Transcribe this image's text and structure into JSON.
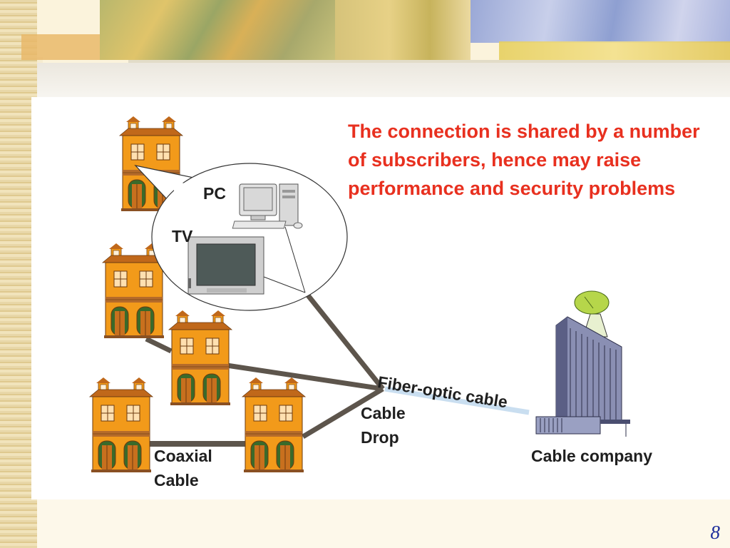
{
  "caption": "The connection is shared by a number of subscribers, hence may raise performance and security problems",
  "labels": {
    "pc": "PC",
    "tv": "TV",
    "fiber": "Fiber-optic cable",
    "drop_line1": "Cable",
    "drop_line2": "Drop",
    "coax_line1": "Coaxial",
    "coax_line2": "Cable",
    "company": "Cable company"
  },
  "slide_number": "8",
  "icons": [
    "house-icon",
    "pc-icon",
    "tv-icon",
    "cable-company-building-icon",
    "satellite-dish-icon"
  ],
  "colors": {
    "caption": "#e8301f",
    "house_wall": "#f29a1a",
    "house_roof": "#c0681a",
    "cable": "#5d554c",
    "fiber": "#c9def0",
    "slide_number": "#1a2a9a"
  }
}
